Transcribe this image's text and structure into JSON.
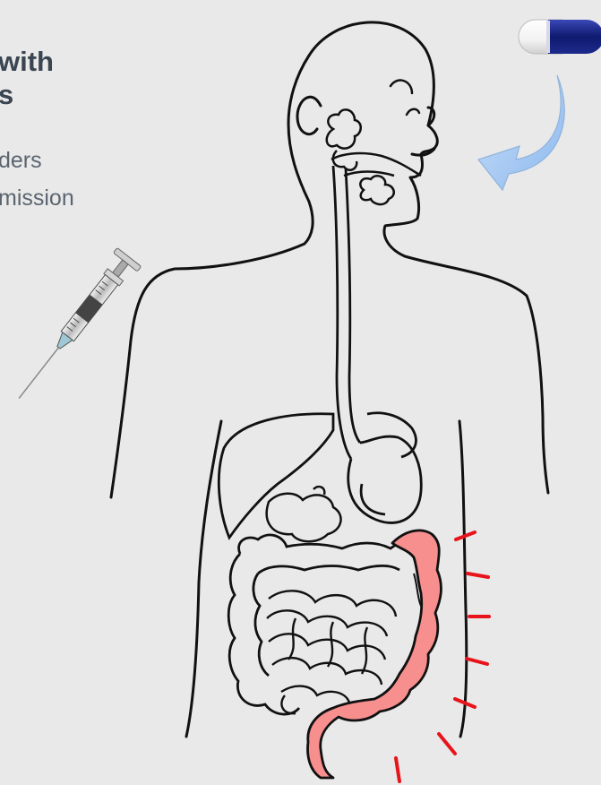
{
  "heading": {
    "line1": "with",
    "line2": "s"
  },
  "bullets": [
    "ders",
    "mission"
  ],
  "colors": {
    "background": "#e9e9e9",
    "outline": "#111111",
    "inflamed_colon": "#f88f8f",
    "pain_marks": "#e8141c",
    "arrow": "#9cc4ef",
    "capsule": "#1a2377"
  },
  "icons": [
    "capsule-icon",
    "curved-arrow-icon",
    "syringe-icon",
    "pain-marks-icon"
  ]
}
